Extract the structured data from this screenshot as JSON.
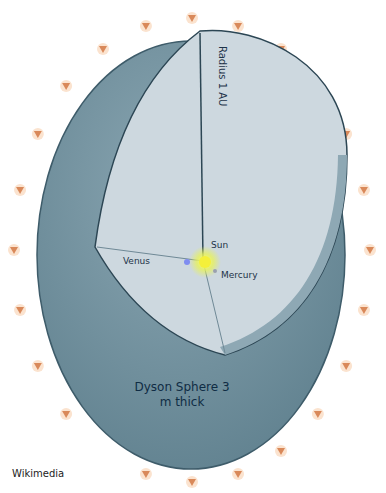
{
  "diagram": {
    "nodes": [
      {
        "text": [
          "Dyson Sphere 3 m thick"
        ]
      }
    ],
    "labels": [
      "Radius 1 AU",
      "Venus",
      "Sun",
      "Mercury",
      "Wikimedia"
    ]
  }
}
